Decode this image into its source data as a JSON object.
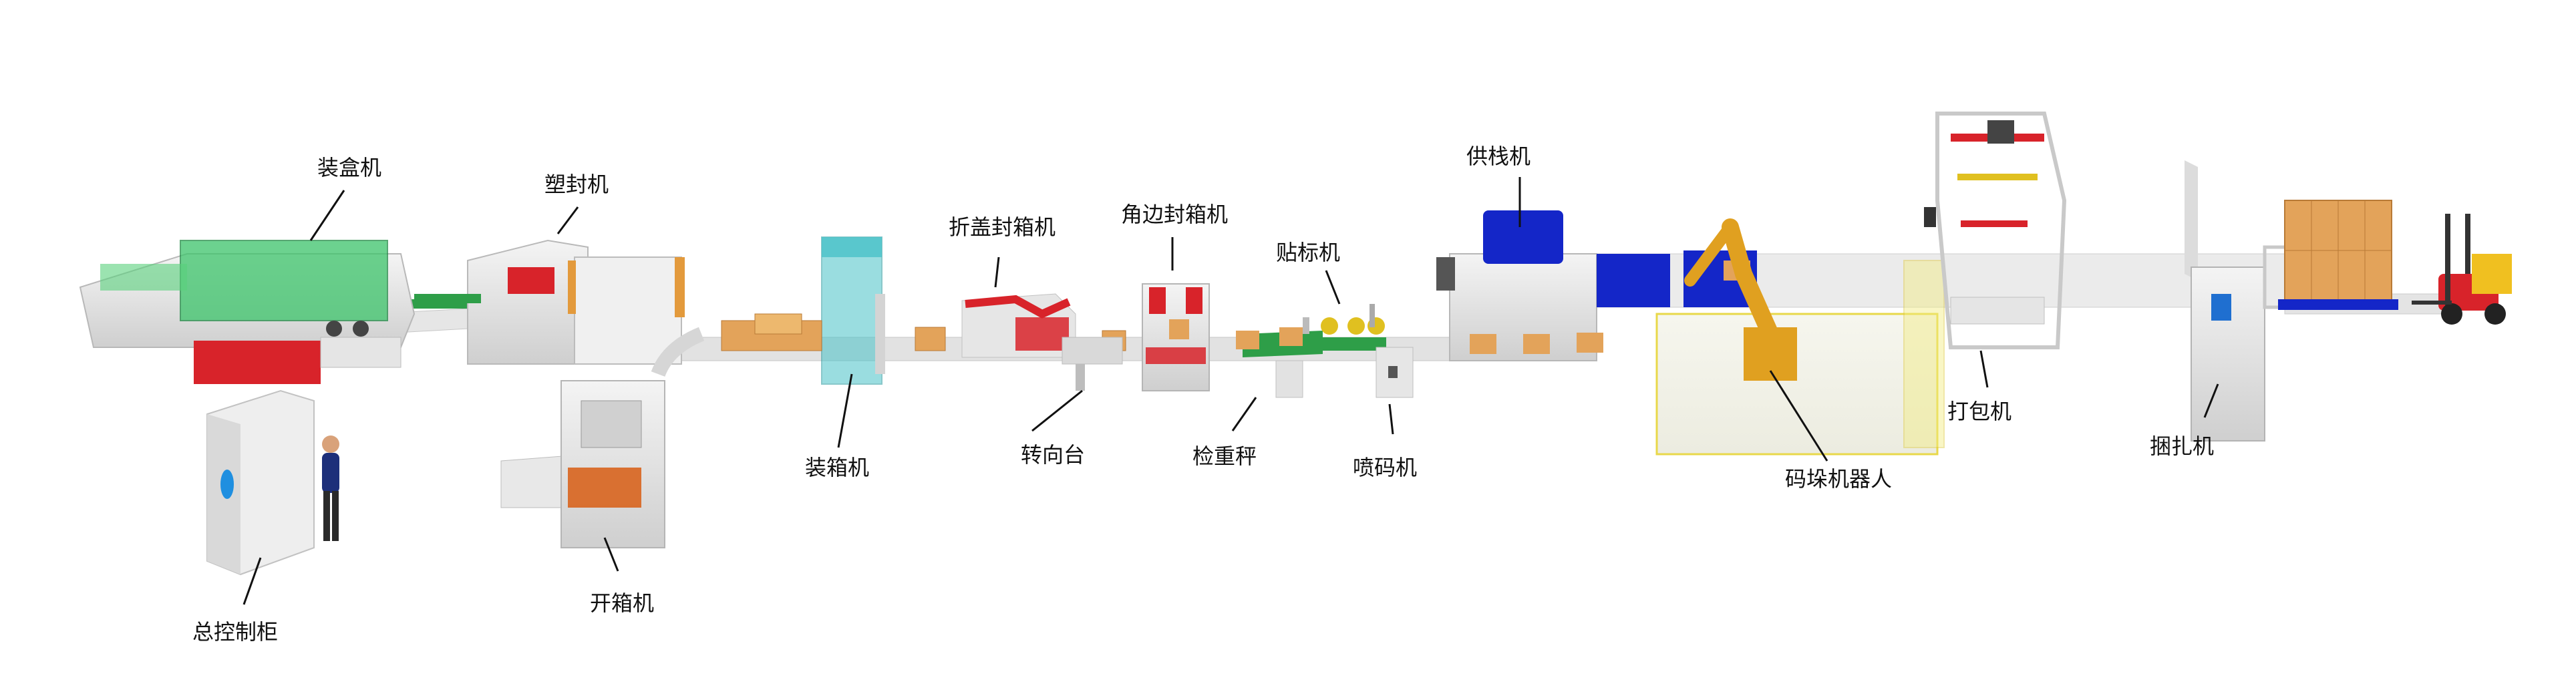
{
  "labels": {
    "cartoner": "装盒机",
    "shrink_wrapper": "塑封机",
    "case_erector": "开箱机",
    "main_control_cabinet": "总控制柜",
    "case_packer": "装箱机",
    "flap_folding_sealer": "折盖封箱机",
    "turntable": "转向台",
    "corner_edge_sealer": "角边封箱机",
    "checkweigher": "检重秤",
    "labeler": "贴标机",
    "inkjet_coder": "喷码机",
    "pallet_dispenser": "供栈机",
    "palletizing_robot": "码垛机器人",
    "wrapping_machine": "打包机",
    "strapping_machine": "捆扎机"
  },
  "colors": {
    "machine_body": "#e4e4e4",
    "cartoner_accent": "#3cc46a",
    "base_red": "#d8232a",
    "conveyor_green": "#2e9e48",
    "pallet_blue": "#1426c8",
    "carton_orange": "#e3a35a",
    "robot_yellow": "#e0a020",
    "fence_yellow": "#e8d84a",
    "glass_teal": "#48c2c8"
  }
}
